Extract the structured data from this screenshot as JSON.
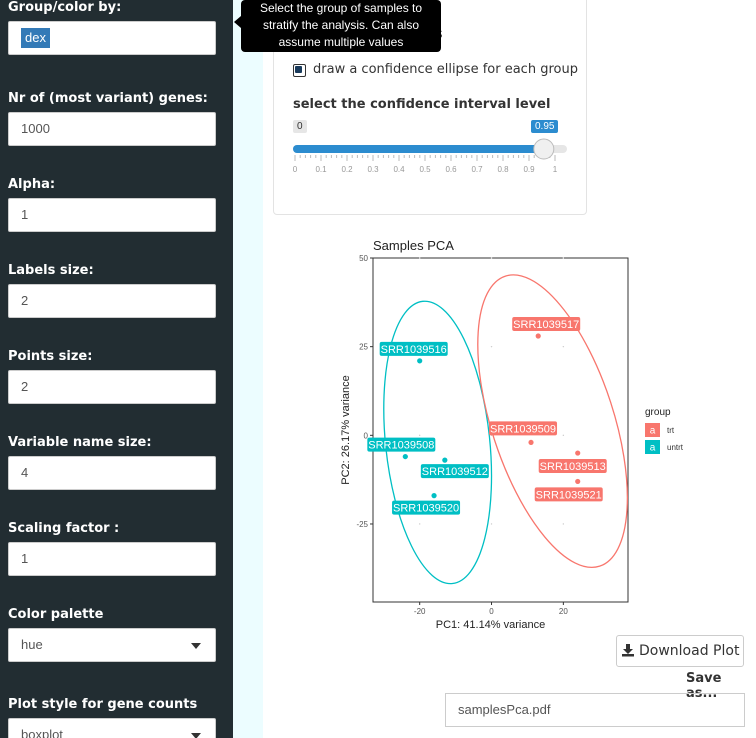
{
  "sidebar": {
    "fields": [
      {
        "label": "Group/color by:",
        "value": "dex",
        "kind": "tag"
      },
      {
        "label": "Nr of (most variant) genes:",
        "value": "1000",
        "kind": "input"
      },
      {
        "label": "Alpha:",
        "value": "1",
        "kind": "input"
      },
      {
        "label": "Labels size:",
        "value": "2",
        "kind": "input"
      },
      {
        "label": "Points size:",
        "value": "2",
        "kind": "input"
      },
      {
        "label": "Variable name size:",
        "value": "4",
        "kind": "input"
      },
      {
        "label": "Scaling factor :",
        "value": "1",
        "kind": "input"
      },
      {
        "label": "Color palette",
        "value": "hue",
        "kind": "select"
      },
      {
        "label": "Plot style for gene counts",
        "value": "boxplot",
        "kind": "select"
      }
    ]
  },
  "tooltip": {
    "lines": [
      "Select the group of samples to",
      "stratify the analysis. Can also",
      "assume multiple values"
    ]
  },
  "panel": {
    "hidden_label_fragment": "abels",
    "ellipse_checkbox_label": "draw a confidence ellipse for each group",
    "ellipse_checked": true,
    "slider_heading": "select the confidence interval level",
    "slider_min_bubble": "0",
    "slider_value": 0.95,
    "slider_value_label": "0.95",
    "slider_ticks": [
      "0",
      "0.1",
      "0.2",
      "0.3",
      "0.4",
      "0.5",
      "0.6",
      "0.7",
      "0.8",
      "0.9",
      "1"
    ]
  },
  "colors": {
    "trt": "#f8766d",
    "untrt": "#00bfc4",
    "slider": "#2c8ccf",
    "sidebar": "#222d32"
  },
  "chart_data": {
    "type": "scatter",
    "title": "Samples PCA",
    "xlabel": "PC1: 41.14% variance",
    "ylabel": "PC2: 26.17% variance",
    "xlim": [
      -33,
      38
    ],
    "ylim": [
      -47,
      50
    ],
    "xticks": [
      -20,
      0,
      20
    ],
    "xtick_labels": [
      "-20",
      "0",
      "20"
    ],
    "yticks": [
      -25,
      0,
      25,
      50
    ],
    "ytick_labels": [
      "-25",
      "0",
      "25",
      "50"
    ],
    "legend_title": "group",
    "legend_symbol": "a",
    "legend_position": "right",
    "series": [
      {
        "name": "trt",
        "color": "#f8766d",
        "points": [
          {
            "label": "SRR1039517",
            "x": 13,
            "y": 28
          },
          {
            "label": "SRR1039509",
            "x": 11,
            "y": -2
          },
          {
            "label": "SRR1039513",
            "x": 24,
            "y": -5
          },
          {
            "label": "SRR1039521",
            "x": 24,
            "y": -13
          }
        ]
      },
      {
        "name": "untrt",
        "color": "#00bfc4",
        "points": [
          {
            "label": "SRR1039516",
            "x": -20,
            "y": 21
          },
          {
            "label": "SRR1039508",
            "x": -24,
            "y": -6
          },
          {
            "label": "SRR1039512",
            "x": -13,
            "y": -7
          },
          {
            "label": "SRR1039520",
            "x": -16,
            "y": -17
          }
        ]
      }
    ]
  },
  "download": {
    "label": "Download Plot"
  },
  "save_as": {
    "label": "Save as...",
    "value": "samplesPca.pdf"
  }
}
